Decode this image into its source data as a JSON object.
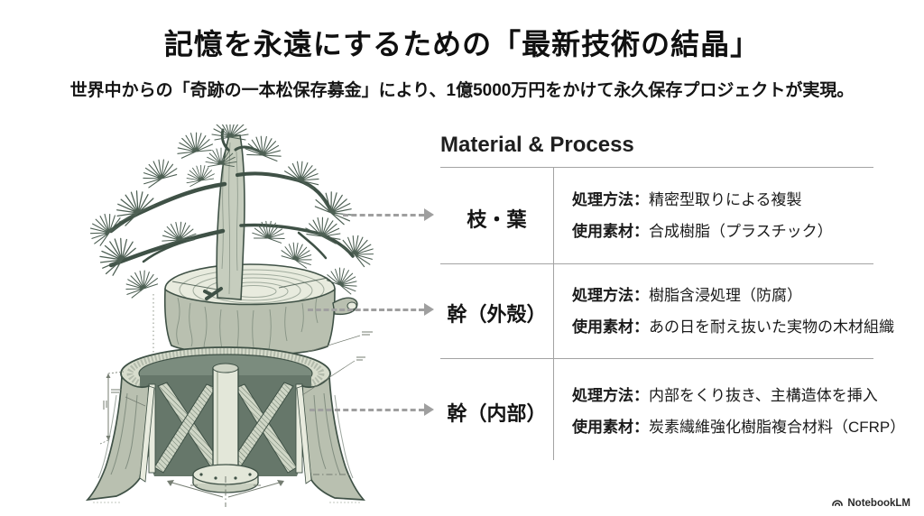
{
  "slide": {
    "title": "記憶を永遠にするための「最新技術の結晶」",
    "subtitle": "世界中からの「奇跡の一本松保存募金」により、1億5000万円をかけて永久保存プロジェクトが実現。"
  },
  "illustration": {
    "description_name": "miracle-pine-preservation-cutaway-drawing",
    "parts": [
      "pine-canopy",
      "trunk",
      "trunk-slice-with-growth-rings",
      "stump-cutaway-with-truss",
      "base-flange",
      "dimension-lines"
    ]
  },
  "material_table": {
    "header": "Material & Process",
    "rows": [
      {
        "label": "枝・葉",
        "method_label": "処理方法：",
        "method": "精密型取りによる複製",
        "material_label": "使用素材：",
        "material": "合成樹脂（プラスチック）"
      },
      {
        "label": "幹（外殻）",
        "method_label": "処理方法：",
        "method": "樹脂含浸処理（防腐）",
        "material_label": "使用素材：",
        "material": "あの日を耐え抜いた実物の木材組織"
      },
      {
        "label": "幹（内部）",
        "method_label": "処理方法：",
        "method": "内部をくり抜き、主構造体を挿入",
        "material_label": "使用素材：",
        "material": "炭素繊維強化樹脂複合材料（CFRP）"
      }
    ]
  },
  "watermark": {
    "label": "NotebookLM",
    "icon": "notebooklm-arcs-icon"
  },
  "colors": {
    "background": "#ffffff",
    "text": "#1b1b1b",
    "table_line": "#a3a3a3",
    "arrow": "#9f9f9f",
    "illustration_ink": "#3f5146",
    "illustration_fill_light": "#e8ebde",
    "illustration_fill_bark": "#b9c0b0",
    "needle_green": "#4d5f53"
  }
}
